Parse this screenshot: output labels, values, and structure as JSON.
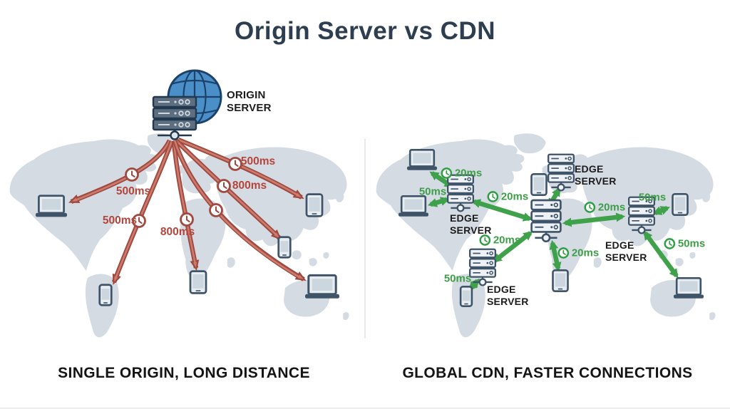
{
  "title": "Origin Server vs CDN",
  "left_panel": {
    "caption": "SINGLE ORIGIN, LONG DISTANCE",
    "origin_label": {
      "line1": "ORIGIN",
      "line2": "SERVER"
    },
    "latencies": [
      {
        "text": "500ms"
      },
      {
        "text": "500ms"
      },
      {
        "text": "800ms"
      },
      {
        "text": "500ms"
      },
      {
        "text": "800ms"
      }
    ],
    "devices": [
      "laptop",
      "smartphone",
      "tablet",
      "tablet",
      "smartphone",
      "laptop"
    ]
  },
  "right_panel": {
    "caption": "GLOBAL CDN, FASTER CONNECTIONS",
    "edge_server_labels": [
      {
        "line1": "EDGE",
        "line2": "SERVER"
      },
      {
        "line1": "EDGE",
        "line2": "SERVER"
      },
      {
        "line1": "EDGE",
        "line2": "SERVER"
      },
      {
        "line1": "EDGE",
        "line2": "SERVER"
      }
    ],
    "latencies": [
      {
        "text": "20ms"
      },
      {
        "text": "50ms"
      },
      {
        "text": "20ms"
      },
      {
        "text": "20ms"
      },
      {
        "text": "50ms"
      },
      {
        "text": "20ms"
      },
      {
        "text": "20ms"
      },
      {
        "text": "50ms"
      },
      {
        "text": "50ms"
      }
    ],
    "devices": [
      "laptop",
      "laptop",
      "tablet",
      "tablet",
      "tablet",
      "laptop",
      "smartphone"
    ]
  },
  "icons": [
    "globe-icon",
    "server-rack-icon",
    "network-node-icon",
    "clock-icon",
    "laptop-icon",
    "smartphone-icon",
    "tablet-icon",
    "edge-server-icon",
    "world-map"
  ],
  "colors": {
    "title": "#2d3e50",
    "map": "#d4dbe3",
    "slow_arrow": "#a1493f",
    "slow_text": "#b5443a",
    "fast_arrow": "#3fa24a",
    "fast_text": "#3d9e47",
    "globe_blue": "#4a8fc7",
    "device_outline": "#3f5468"
  }
}
